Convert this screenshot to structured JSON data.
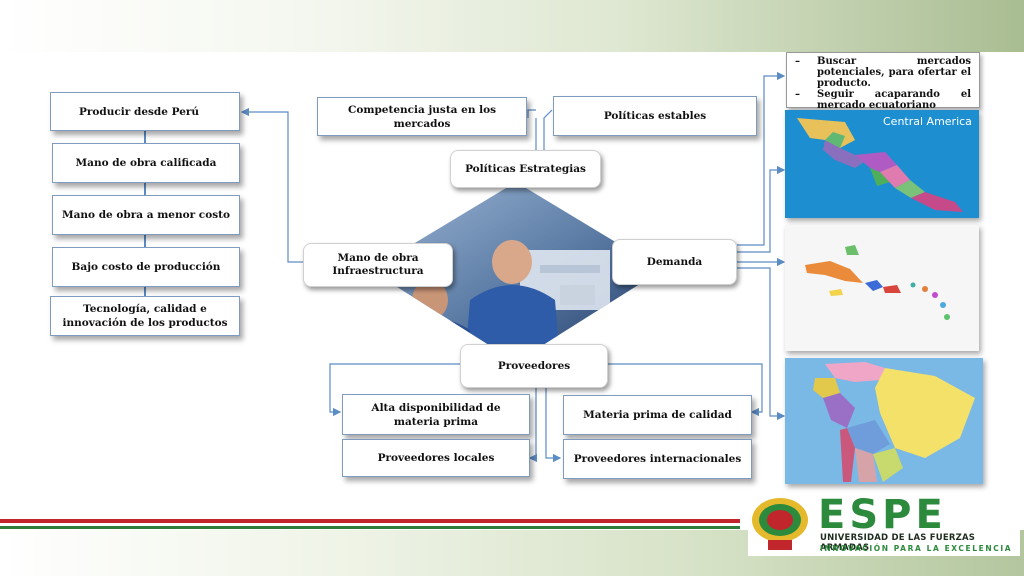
{
  "left_column": [
    "Producir desde Perú",
    "Mano de obra calificada",
    "Mano de obra a menor costo",
    "Bajo costo de producción",
    "Tecnología, calidad e innovación de los productos"
  ],
  "top_boxes": {
    "competencia": "Competencia justa en los mercados",
    "politicas_estables": "Políticas estables"
  },
  "hub": {
    "politicas": "Políticas Estrategias",
    "mano_obra": "Mano de obra Infraestructura",
    "demanda": "Demanda",
    "proveedores": "Proveedores"
  },
  "bottom_boxes": {
    "alta_disponibilidad": "Alta disponibilidad de materia prima",
    "proveedores_locales": "Proveedores locales",
    "materia_prima": "Materia prima de calidad",
    "proveedores_internacionales": "Proveedores internacionales"
  },
  "demand_notes": {
    "dash": "–",
    "items": [
      "Buscar mercados potenciales, para ofertar el producto.",
      "Seguir acaparando el mercado ecuatoriano"
    ]
  },
  "maps": {
    "central_america_label": "Central America"
  },
  "logo": {
    "name": "ESPE",
    "university": "UNIVERSIDAD DE LAS FUERZAS ARMADAS",
    "tagline": "INNOVACIÓN PARA LA EXCELENCIA"
  },
  "colors": {
    "box_border": "#7f9cc0",
    "connector": "#5b8cc4",
    "espe_green": "#2c8a3c",
    "stripe_red": "#c0262c"
  }
}
